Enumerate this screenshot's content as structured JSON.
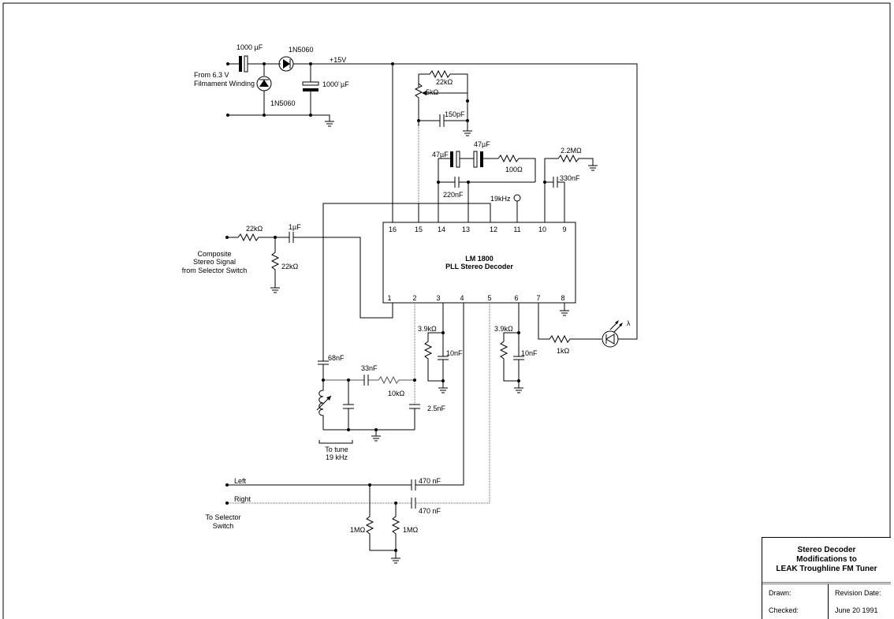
{
  "schematic": {
    "title_lines": [
      "Stereo Decoder",
      "Modifications to",
      "LEAK Troughline FM Tuner"
    ],
    "drawn_label": "Drawn:",
    "checked_label": "Checked:",
    "revision_label": "Revision Date:",
    "revision_date": "June 20 1991"
  },
  "power_supply": {
    "input_label_1": "From 6.3 V",
    "input_label_2": "Filmament Winding",
    "coupling_cap": "1000 µF",
    "series_diode": "1N5060",
    "shunt_diode": "1N5060",
    "filter_cap": "1000¨µF",
    "rail": "+15V"
  },
  "ic": {
    "name": "LM 1800",
    "description": "PLL Stereo Decoder",
    "top_pins": [
      "16",
      "15",
      "14",
      "13",
      "12",
      "11",
      "10",
      "9"
    ],
    "bottom_pins": [
      "1",
      "2",
      "3",
      "4",
      "5",
      "6",
      "7",
      "8"
    ]
  },
  "vco_network": {
    "r_top": "22kΩ",
    "pot": "5kΩ",
    "cap": "150pF"
  },
  "pilot_network": {
    "cap1": "47µF",
    "cap2": "47µF",
    "resistor": "100Ω",
    "cap3": "220nF",
    "test_point": "19kHz",
    "r_pin10": "2.2MΩ",
    "cap_pin9": "330nF"
  },
  "input": {
    "series_r": "22kΩ",
    "shunt_r": "22kΩ",
    "coupling_cap": "1µF",
    "label_1": "Composite",
    "label_2": "Stereo Signal",
    "label_3": "from Selector Switch"
  },
  "tuned_circuit": {
    "cap_top": "68nF",
    "series_cap": "33nF",
    "series_r": "10kΩ",
    "shunt_cap": "2.5nF",
    "note_1": "To tune",
    "note_2": "19 kHz"
  },
  "deemphasis": {
    "left_r": "3.9kΩ",
    "left_c": "10nF",
    "right_r": "3.9kΩ",
    "right_c": "10nF"
  },
  "indicator": {
    "resistor": "1kΩ",
    "led_symbol": "λ"
  },
  "outputs": {
    "left_label": "Left",
    "right_label": "Right",
    "left_cap": "470 nF",
    "right_cap": "470 nF",
    "left_load": "1MΩ",
    "right_load": "1MΩ",
    "dest_1": "To Selector",
    "dest_2": "Switch"
  }
}
